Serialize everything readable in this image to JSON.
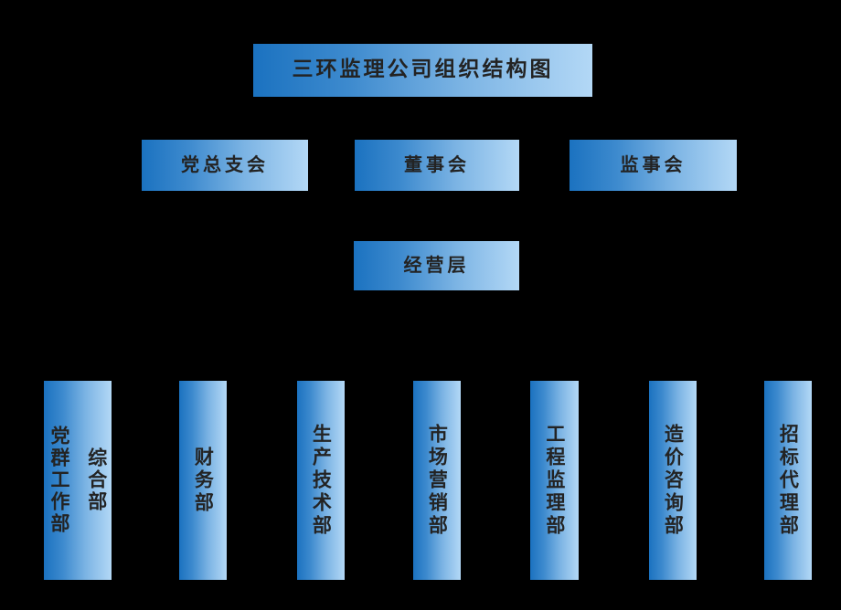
{
  "chart_data": {
    "type": "diagram",
    "title": "三环监理公司组织结构图",
    "diagram_kind": "organization-chart",
    "levels": [
      {
        "level": 1,
        "nodes": [
          {
            "id": "title",
            "label": "三环监理公司组织结构图"
          }
        ]
      },
      {
        "level": 2,
        "nodes": [
          {
            "id": "party-branch",
            "label": "党总支会"
          },
          {
            "id": "board-directors",
            "label": "董事会"
          },
          {
            "id": "board-supervisors",
            "label": "监事会"
          }
        ]
      },
      {
        "level": 3,
        "nodes": [
          {
            "id": "management",
            "label": "经营层"
          }
        ]
      },
      {
        "level": 4,
        "nodes": [
          {
            "id": "dept-general-affairs",
            "label": "综合部 党群工作部"
          },
          {
            "id": "dept-finance",
            "label": "财务部"
          },
          {
            "id": "dept-production-tech",
            "label": "生产技术部"
          },
          {
            "id": "dept-marketing",
            "label": "市场营销部"
          },
          {
            "id": "dept-engineering-supervision",
            "label": "工程监理部"
          },
          {
            "id": "dept-cost-consulting",
            "label": "造价咨询部"
          },
          {
            "id": "dept-bidding-agency",
            "label": "招标代理部"
          }
        ]
      }
    ]
  },
  "diagram": {
    "title": {
      "label": "三环监理公司组织结构图"
    },
    "tier2": [
      {
        "label": "党总支会"
      },
      {
        "label": "董事会"
      },
      {
        "label": "监事会"
      }
    ],
    "tier3": [
      {
        "label": "经营层"
      }
    ],
    "departments": [
      {
        "line1": "综合部",
        "line2": "党群工作部"
      },
      {
        "line1": "财务部",
        "line2": ""
      },
      {
        "line1": "生产技术部",
        "line2": ""
      },
      {
        "line1": "市场营销部",
        "line2": ""
      },
      {
        "line1": "工程监理部",
        "line2": ""
      },
      {
        "line1": "造价咨询部",
        "line2": ""
      },
      {
        "line1": "招标代理部",
        "line2": ""
      }
    ]
  },
  "colors": {
    "background": "#000000",
    "gradient_start": "#1b72c0",
    "gradient_end": "#b3d8f6",
    "text": "#232323"
  }
}
